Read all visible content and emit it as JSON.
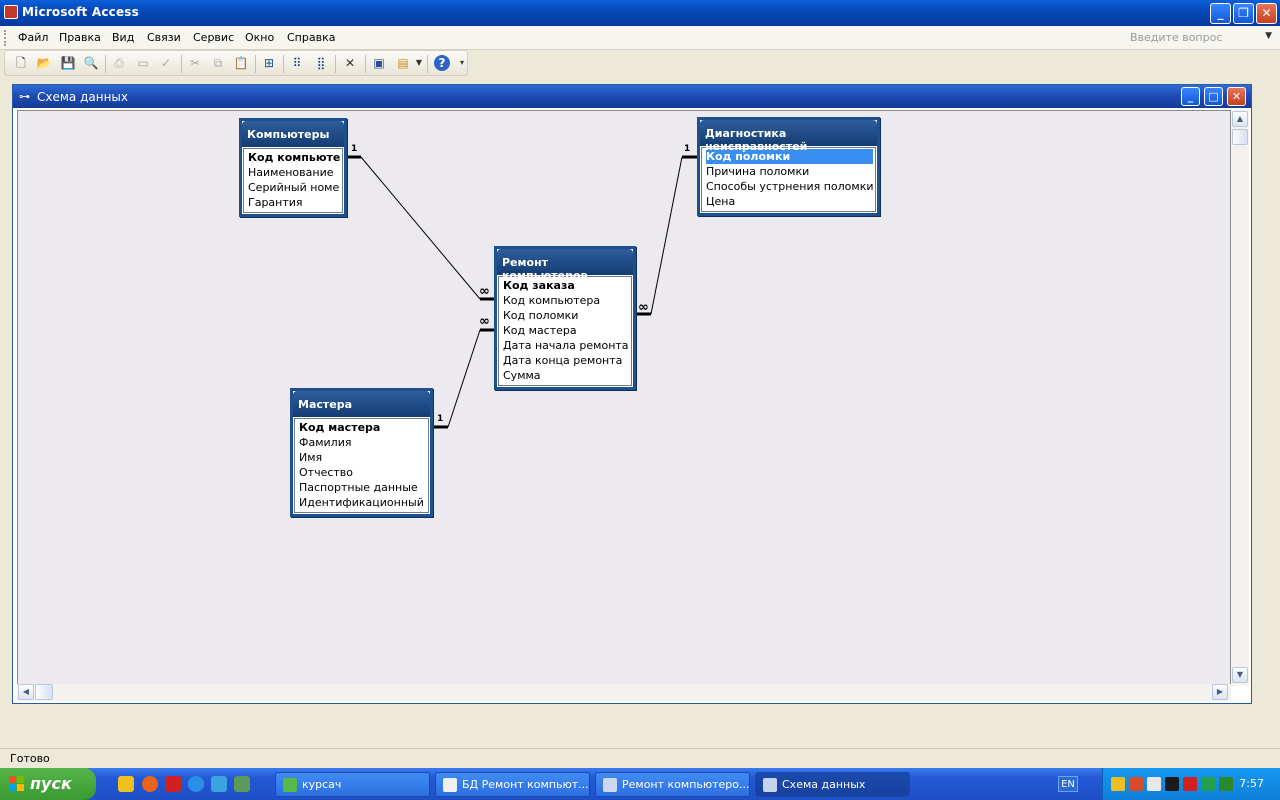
{
  "app": {
    "title": "Microsoft Access"
  },
  "menu": {
    "items": [
      "Файл",
      "Правка",
      "Вид",
      "Связи",
      "Сервис",
      "Окно",
      "Справка"
    ],
    "question_placeholder": "Введите вопрос"
  },
  "window": {
    "title": "Схема данных"
  },
  "tables": [
    {
      "name": "Компьютеры",
      "fields": [
        "Код компьютера",
        "Наименование",
        "Серийный номер",
        "Гарантия"
      ],
      "key": 0
    },
    {
      "name": "Диагностика неисправностей",
      "fields": [
        "Код поломки",
        "Причина поломки",
        "Способы устрнения поломки",
        "Цена"
      ],
      "key": 0,
      "selected": 0
    },
    {
      "name": "Ремонт компьютеров",
      "fields": [
        "Код заказа",
        "Код компьютера",
        "Код поломки",
        "Код мастера",
        "Дата начала ремонта",
        "Дата конца ремонта",
        "Сумма"
      ],
      "key": 0
    },
    {
      "name": "Мастера",
      "fields": [
        "Код мастера",
        "Фамилия",
        "Имя",
        "Отчество",
        "Паспортные данные",
        "Идентификационный код"
      ],
      "key": 0
    }
  ],
  "relationships": [
    {
      "one": "1",
      "many": "∞"
    },
    {
      "one": "1",
      "many": "∞"
    },
    {
      "one": "1",
      "many": "∞"
    }
  ],
  "status": {
    "text": "Готово"
  },
  "taskbar": {
    "start_label": "пуск",
    "tasks": [
      "курсач",
      "БД Ремонт компьют...",
      "Ремонт компьютеро...",
      "Схема данных"
    ],
    "lang": "EN",
    "clock": "7:57"
  }
}
